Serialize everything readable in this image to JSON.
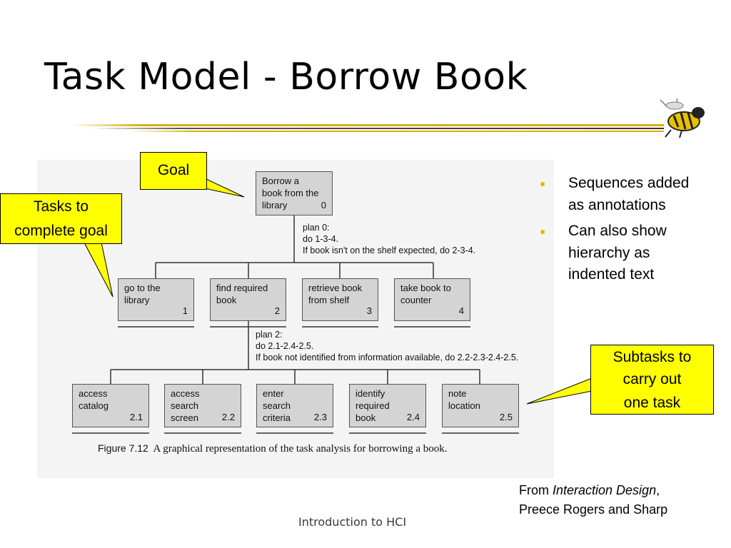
{
  "slide": {
    "title": "Task Model - Borrow Book",
    "footer": "Introduction to HCI"
  },
  "diagram": {
    "root": {
      "label": "Borrow a\nbook from the\nlibrary",
      "number": "0"
    },
    "plan0": [
      "plan 0:",
      "do 1-3-4.",
      "If book isn't on the shelf expected, do 2-3-4."
    ],
    "level1": [
      {
        "label": "go to the\nlibrary",
        "number": "1"
      },
      {
        "label": "find required\nbook",
        "number": "2"
      },
      {
        "label": "retrieve book\nfrom shelf",
        "number": "3"
      },
      {
        "label": "take book to\ncounter",
        "number": "4"
      }
    ],
    "plan2": [
      "plan 2:",
      "do 2.1-2.4-2.5.",
      "If book not identified from information available, do 2.2-2.3-2.4-2.5."
    ],
    "level2": [
      {
        "label": "access\ncatalog",
        "number": "2.1"
      },
      {
        "label": "access\nsearch\nscreen",
        "number": "2.2"
      },
      {
        "label": "enter\nsearch\ncriteria",
        "number": "2.3"
      },
      {
        "label": "identify\nrequired\nbook",
        "number": "2.4"
      },
      {
        "label": "note\nlocation",
        "number": "2.5"
      }
    ],
    "caption_figure": "Figure 7.12",
    "caption_text": "A graphical representation of the task analysis for borrowing a book."
  },
  "callouts": {
    "goal": "Goal",
    "tasks": [
      "Tasks to",
      "complete goal"
    ],
    "subtasks": [
      "Subtasks to",
      "carry out",
      "one task"
    ]
  },
  "bullets": [
    "Sequences added as annotations",
    "Can also show hierarchy as indented text"
  ],
  "source": {
    "prefix": "From ",
    "book": "Interaction Design",
    "suffix": ",",
    "authors": "Preece Rogers and Sharp"
  },
  "colors": {
    "callout": "#ffff00",
    "rule_gold": "#d4b000",
    "bullet": "#e6b800",
    "box_fill": "#d4d4d4"
  }
}
